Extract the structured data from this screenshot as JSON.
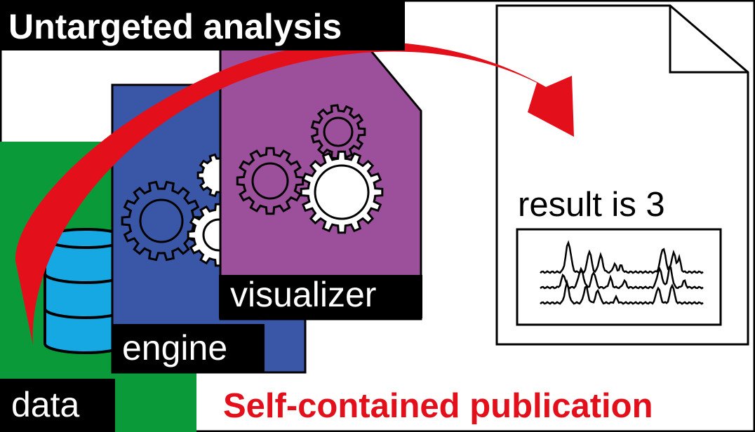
{
  "title": "Untargeted analysis",
  "layers": {
    "data_label": "data",
    "engine_label": "engine",
    "visualizer_label": "visualizer"
  },
  "document": {
    "result_text": "result is 3"
  },
  "footer": {
    "publication_label": "Self-contained publication"
  },
  "colors": {
    "data_green": "#0b9a3a",
    "engine_blue": "#3a56a7",
    "visualizer_purple": "#9c4f9b",
    "database_cyan": "#16a8e3",
    "arrow_red": "#e3101b",
    "label_black": "#000000"
  },
  "icons": [
    "gear-icon",
    "database-icon",
    "document-icon",
    "spectrum-chart-icon",
    "curved-arrow-icon"
  ]
}
